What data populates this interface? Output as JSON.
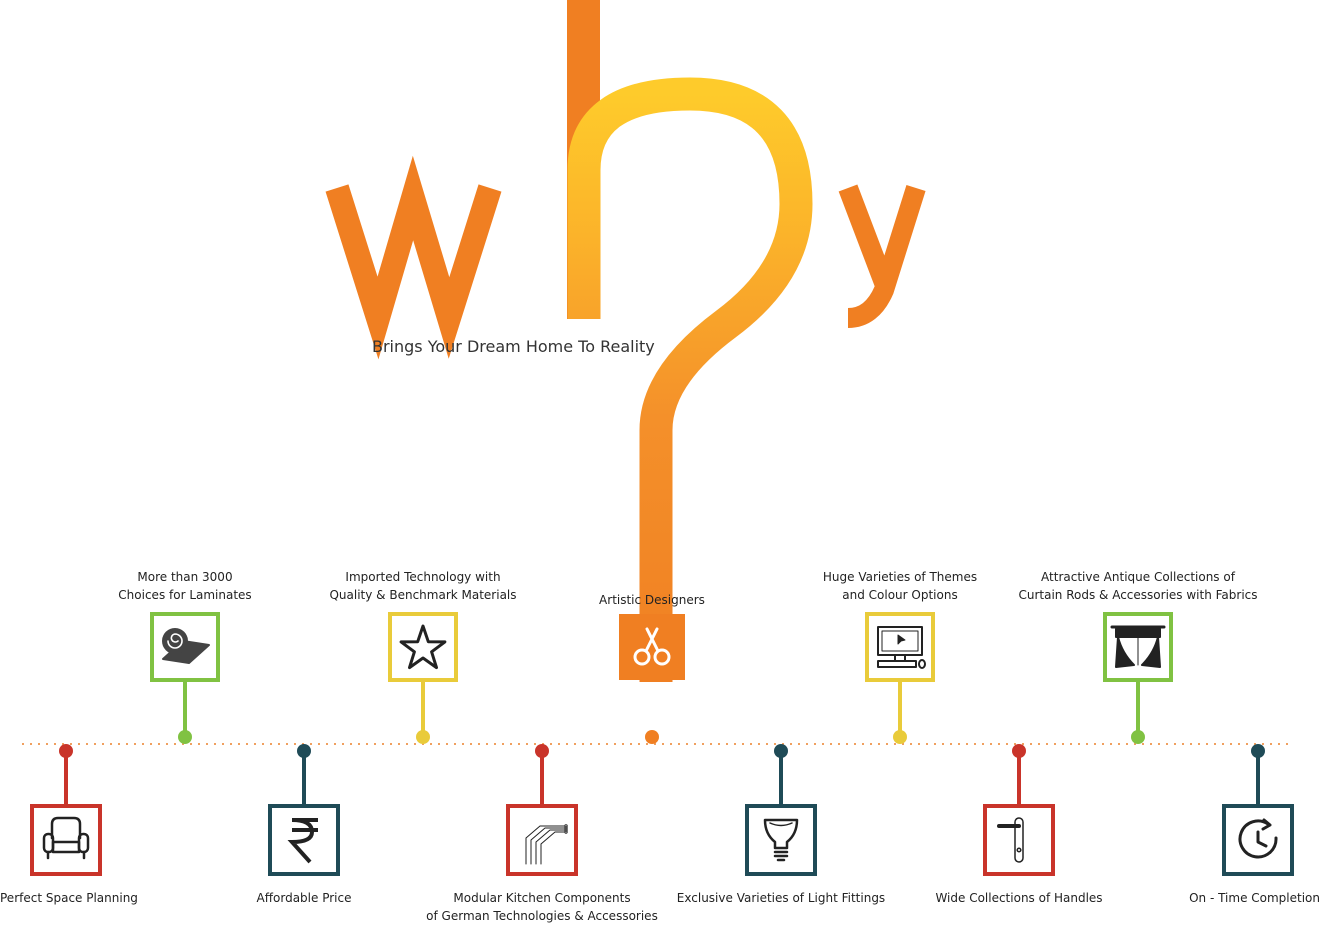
{
  "logo_word": "why",
  "tagline": "Brings Your Dream Home To Reality",
  "colors": {
    "orange": "#f07f22",
    "orange_light": "#f7a428",
    "yellow": "#fec72c",
    "red": "#c9342a",
    "green": "#80c242",
    "teal": "#1f4b57",
    "mustard": "#e9cb3a",
    "timeline_dots": "#f0a060"
  },
  "features_top": [
    {
      "lines": [
        "More than 3000",
        "Choices for Laminates"
      ],
      "icon": "laminate-roll-icon",
      "color": "green"
    },
    {
      "lines": [
        "Imported Technology with",
        "Quality & Benchmark Materials"
      ],
      "icon": "star-icon",
      "color": "mustard"
    },
    {
      "lines": [
        "Artistic Designers"
      ],
      "icon": "scissors-icon",
      "color": "orange"
    },
    {
      "lines": [
        "Huge Varieties of Themes",
        "and Colour Options"
      ],
      "icon": "computer-monitor-icon",
      "color": "mustard"
    },
    {
      "lines": [
        "Attractive Antique Collections of",
        "Curtain Rods & Accessories with Fabrics"
      ],
      "icon": "curtain-icon",
      "color": "green"
    }
  ],
  "features_bottom": [
    {
      "lines": [
        "Perfect Space Planning"
      ],
      "icon": "armchair-icon",
      "color": "red"
    },
    {
      "lines": [
        "Affordable Price"
      ],
      "icon": "rupee-icon",
      "color": "teal"
    },
    {
      "lines": [
        "Modular Kitchen Components",
        "of German Technologies & Accessories"
      ],
      "icon": "circuit-icon",
      "color": "red"
    },
    {
      "lines": [
        "Exclusive Varieties of Light Fittings"
      ],
      "icon": "light-bulb-icon",
      "color": "teal"
    },
    {
      "lines": [
        "Wide Collections of Handles"
      ],
      "icon": "door-handle-icon",
      "color": "red"
    },
    {
      "lines": [
        "On - Time Completion"
      ],
      "icon": "clock-icon",
      "color": "teal"
    }
  ]
}
